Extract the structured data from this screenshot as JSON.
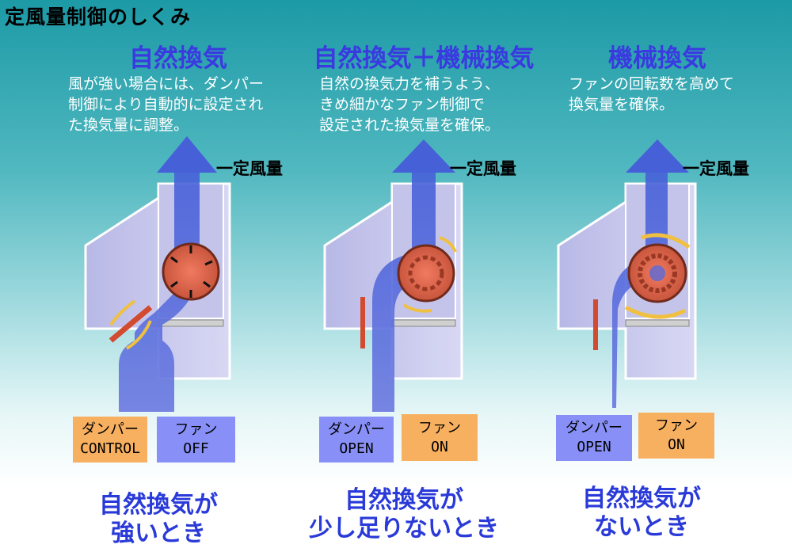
{
  "page_title": "定風量制御のしくみ",
  "common": {
    "constant_airflow": "一定風量"
  },
  "colors": {
    "duct_fill": "#c8c8ec",
    "duct_stroke": "#ffffff",
    "flow_arrow": "#4a62d8",
    "fan": "#e06a50",
    "damper": "#d24a30",
    "rotation_arrow": "#f0c040",
    "box_orange": "#f7b060",
    "box_blue": "#8890f8",
    "heading": "#3a3ae0",
    "condition_text": "#2a3ad8"
  },
  "panels": [
    {
      "heading": "自然換気",
      "description": "風が強い場合には、ダンパー\n制御により自動的に設定され\nた換気量に調整。",
      "damper_box": {
        "line1": "ダンパー",
        "line2": "CONTROL"
      },
      "fan_box": {
        "line1": "ファン",
        "line2": "OFF"
      },
      "condition": "自然換気が\n強いとき"
    },
    {
      "heading": "自然換気＋機械換気",
      "description": "自然の換気力を補うよう、\nきめ細かなファン制御で\n設定された換気量を確保。",
      "damper_box": {
        "line1": "ダンパー",
        "line2": "OPEN"
      },
      "fan_box": {
        "line1": "ファン",
        "line2": "ON"
      },
      "condition": "自然換気が\n少し足りないとき"
    },
    {
      "heading": "機械換気",
      "description": "ファンの回転数を高めて\n換気量を確保。",
      "damper_box": {
        "line1": "ダンパー",
        "line2": "OPEN"
      },
      "fan_box": {
        "line1": "ファン",
        "line2": "ON"
      },
      "condition": "自然換気が\nないとき"
    }
  ]
}
